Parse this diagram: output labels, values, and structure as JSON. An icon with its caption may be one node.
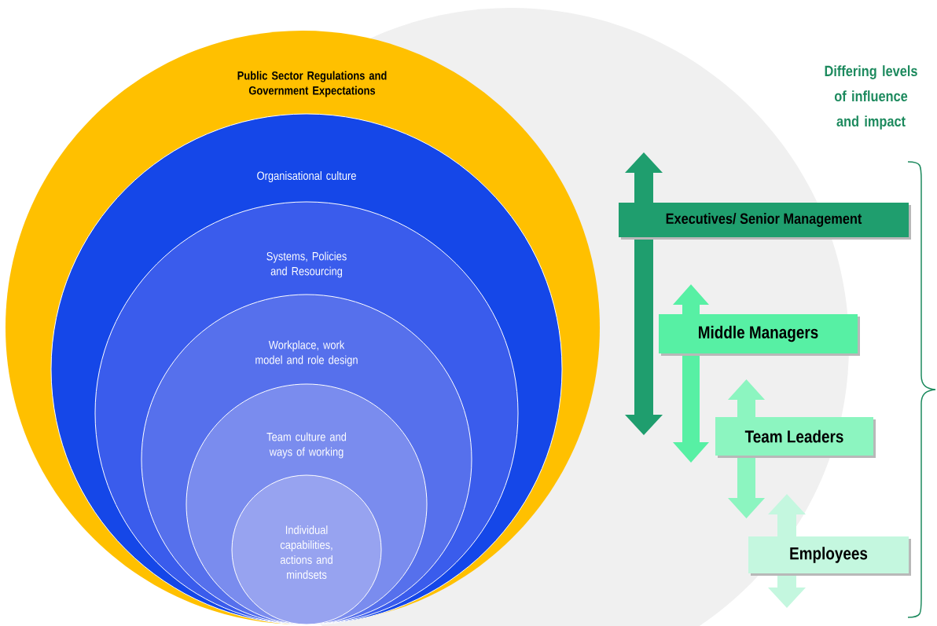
{
  "diagram": {
    "nodes": [
      {
        "text": [
          "Public Sector Regulations and Government Expectations"
        ]
      },
      {
        "text": [
          "Organisational culture"
        ],
        "in": 0
      },
      {
        "text": [
          "Systems, Policies and Resourcing"
        ],
        "in": 1
      },
      {
        "text": [
          "Workplace, work model and role design"
        ],
        "in": 2
      },
      {
        "text": [
          "Team culture and ways of working"
        ],
        "in": 3
      },
      {
        "text": [
          "Individual capabilities, actions and mindsets"
        ],
        "in": 4
      },
      {
        "text": [
          "Executives/ Senior Management"
        ]
      },
      {
        "text": [
          "Middle Managers"
        ]
      },
      {
        "text": [
          "Team Leaders"
        ]
      },
      {
        "text": [
          "Employees"
        ]
      }
    ],
    "labels": [
      "Differing levels of influence and impact"
    ]
  }
}
